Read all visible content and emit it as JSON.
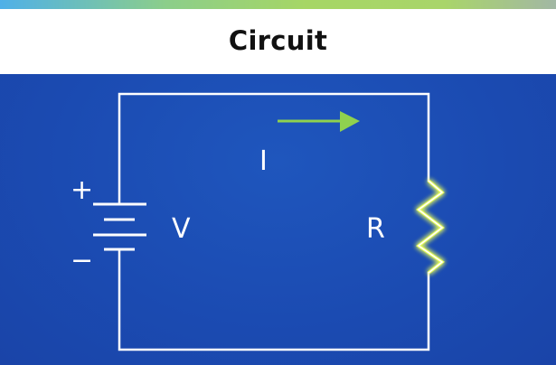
{
  "header": {
    "title": "Circuit"
  },
  "diagram": {
    "components": {
      "battery": {
        "label": "V",
        "plus_sign": "+",
        "minus_sign": "−"
      },
      "resistor": {
        "label": "R"
      },
      "current": {
        "label": "I",
        "direction": "clockwise"
      }
    },
    "colors": {
      "background": "#1b48b0",
      "wire": "#ffffff",
      "arrow": "#8fd14f",
      "resistor_glow": "#e6ff3a",
      "header_bg": "#ffffff",
      "title_text": "#111111"
    }
  }
}
